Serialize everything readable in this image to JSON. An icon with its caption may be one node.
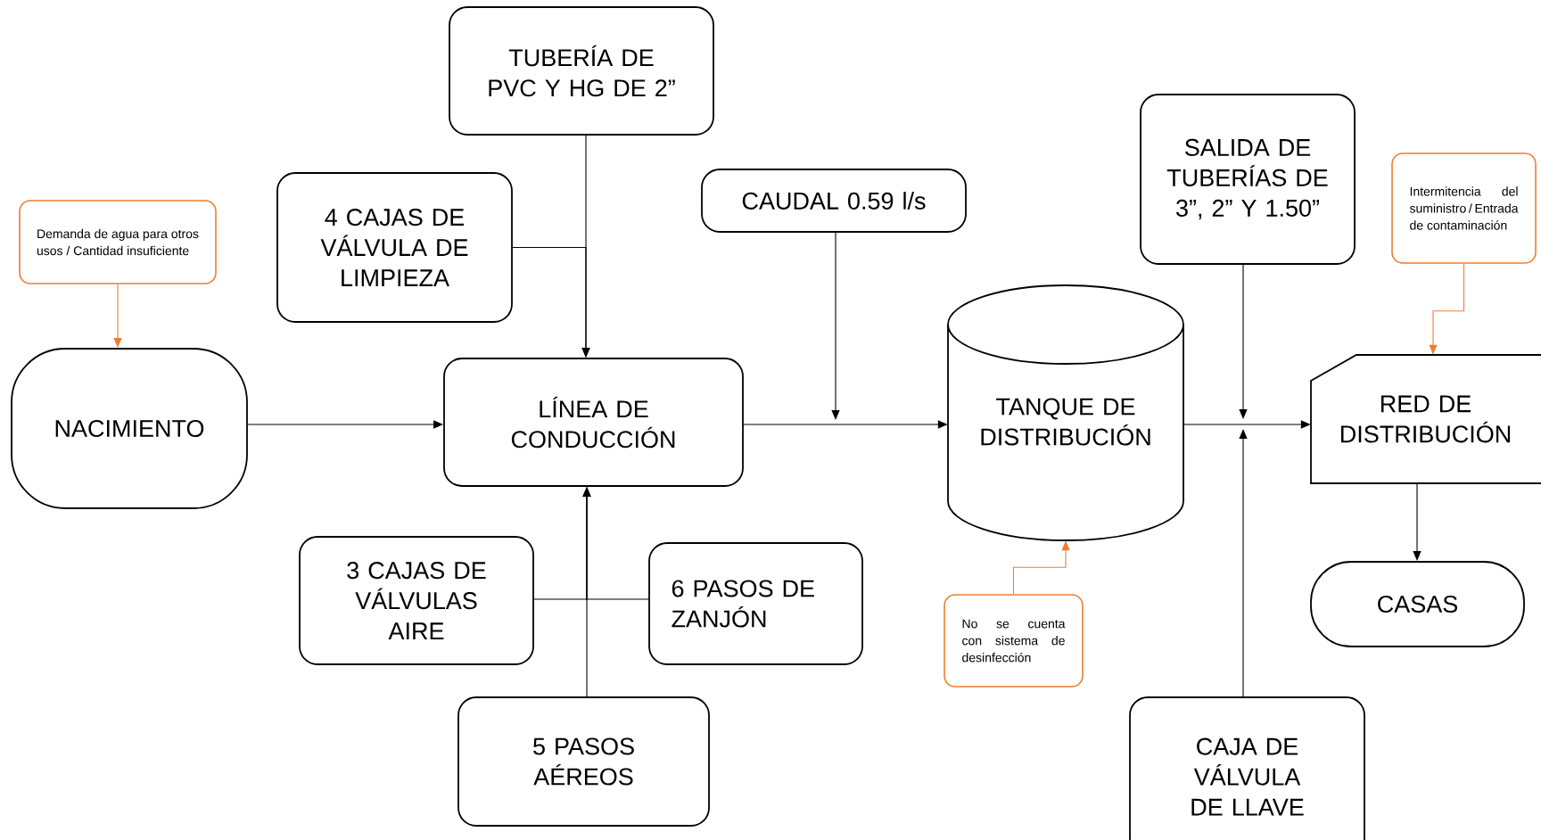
{
  "diagram": {
    "nodes": [
      {
        "text": [
          "Demanda de agua para otros usos / Cantidad insuficiente"
        ]
      },
      {
        "text": [
          "NACIMIENTO"
        ]
      },
      {
        "text": [
          "TUBERÍA DE PVC Y HG DE 2”"
        ]
      },
      {
        "text": [
          "4 CAJAS DE VÁLVULA DE LIMPIEZA"
        ]
      },
      {
        "text": [
          "CAUDAL 0.59 l/s"
        ]
      },
      {
        "text": [
          "LÍNEA DE CONDUCCIÓN"
        ]
      },
      {
        "text": [
          "TANQUE DE DISTRIBUCIÓN"
        ]
      },
      {
        "text": [
          "SALIDA DE TUBERÍAS DE 3”, 2” Y 1.50”"
        ]
      },
      {
        "text": [
          "Intermitencia del suministro / Entrada de contaminación"
        ]
      },
      {
        "text": [
          "RED DE DISTRIBUCIÓN"
        ]
      },
      {
        "text": [
          "3 CAJAS DE VÁLVULAS AIRE"
        ]
      },
      {
        "text": [
          "6 PASOS DE ZANJÓN"
        ]
      },
      {
        "text": [
          "No se cuenta con sistema de desinfección"
        ]
      },
      {
        "text": [
          "CASAS"
        ]
      },
      {
        "text": [
          "5 PASOS AÉREOS"
        ]
      },
      {
        "text": [
          "CAJA DE VÁLVULA DE LLAVE"
        ]
      }
    ],
    "edges": [
      {
        "from": 0,
        "to": 1,
        "arrow": "to",
        "color": "#ed7d31"
      },
      {
        "from": 1,
        "to": 5,
        "arrow": "to"
      },
      {
        "from": 2,
        "to": 5,
        "arrow": "to"
      },
      {
        "from": 3,
        "to": 5,
        "arrow": "to"
      },
      {
        "from": 14,
        "to": 5,
        "arrow": "to"
      },
      {
        "from": 10,
        "to": 5,
        "arrow": "to"
      },
      {
        "from": 11,
        "to": 5,
        "arrow": "to"
      },
      {
        "from": 4,
        "to": null,
        "arrow": "to"
      },
      {
        "from": 5,
        "to": 6,
        "arrow": "to"
      },
      {
        "from": 12,
        "to": 6,
        "arrow": "to",
        "color": "#ed7d31"
      },
      {
        "from": 6,
        "to": 9,
        "arrow": "to"
      },
      {
        "from": 7,
        "to": null,
        "arrow": "to"
      },
      {
        "from": 15,
        "to": null,
        "arrow": "to"
      },
      {
        "from": 8,
        "to": 9,
        "arrow": "to",
        "color": "#ed7d31"
      },
      {
        "from": 9,
        "to": 13,
        "arrow": "to"
      }
    ]
  }
}
